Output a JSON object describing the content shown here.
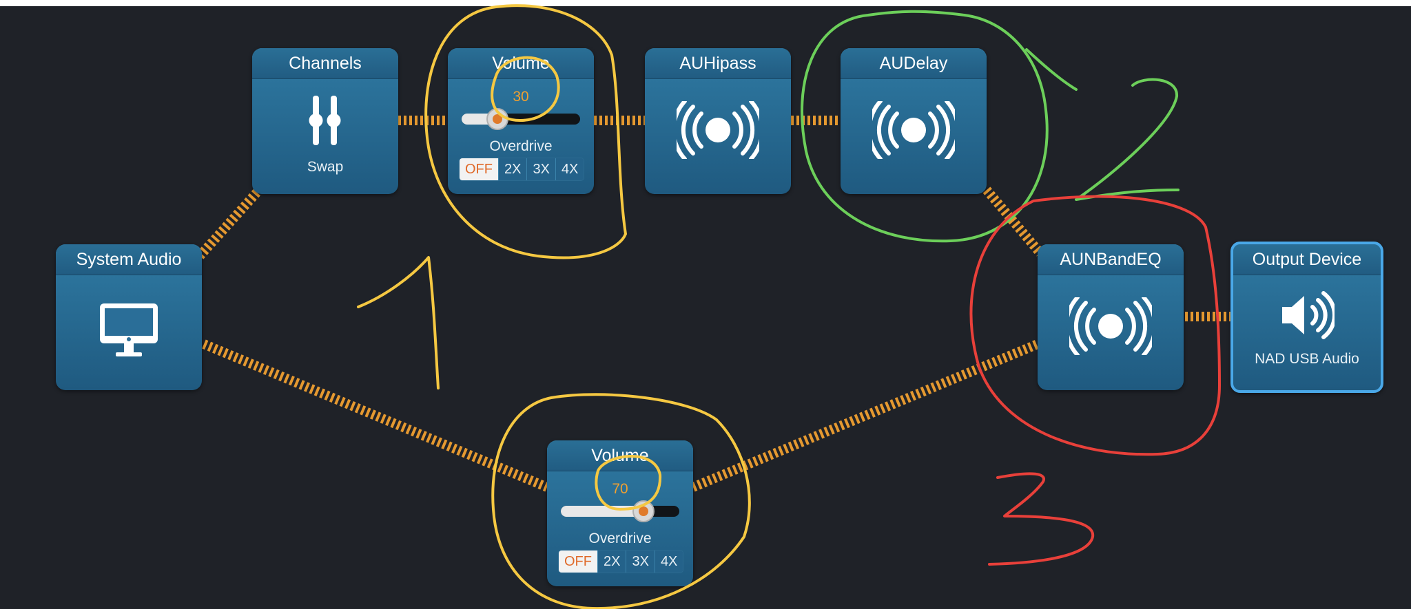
{
  "nodes": {
    "system_audio": {
      "title": "System Audio",
      "icon": "monitor-icon"
    },
    "channels": {
      "title": "Channels",
      "subtitle": "Swap",
      "icon": "sliders-icon"
    },
    "volume_top": {
      "title": "Volume",
      "value": "30",
      "level": 0.3,
      "overdrive_label": "Overdrive",
      "options": [
        "OFF",
        "2X",
        "3X",
        "4X"
      ],
      "selected": "OFF"
    },
    "auhipass": {
      "title": "AUHipass",
      "icon": "audio-unit-icon"
    },
    "audelay": {
      "title": "AUDelay",
      "icon": "audio-unit-icon"
    },
    "volume_bottom": {
      "title": "Volume",
      "value": "70",
      "level": 0.7,
      "overdrive_label": "Overdrive",
      "options": [
        "OFF",
        "2X",
        "3X",
        "4X"
      ],
      "selected": "OFF"
    },
    "aunbandeq": {
      "title": "AUNBandEQ",
      "icon": "audio-unit-icon"
    },
    "output_device": {
      "title": "Output Device",
      "subtitle": "NAD USB Audio",
      "icon": "speaker-icon"
    }
  },
  "colors": {
    "background": "#1f2228",
    "node": "#2a6e98",
    "wire": "#f0a030",
    "selected_border": "#4aa8e8",
    "anno_yellow": "#f5c842",
    "anno_green": "#6ccf5a",
    "anno_red": "#e8403a"
  }
}
